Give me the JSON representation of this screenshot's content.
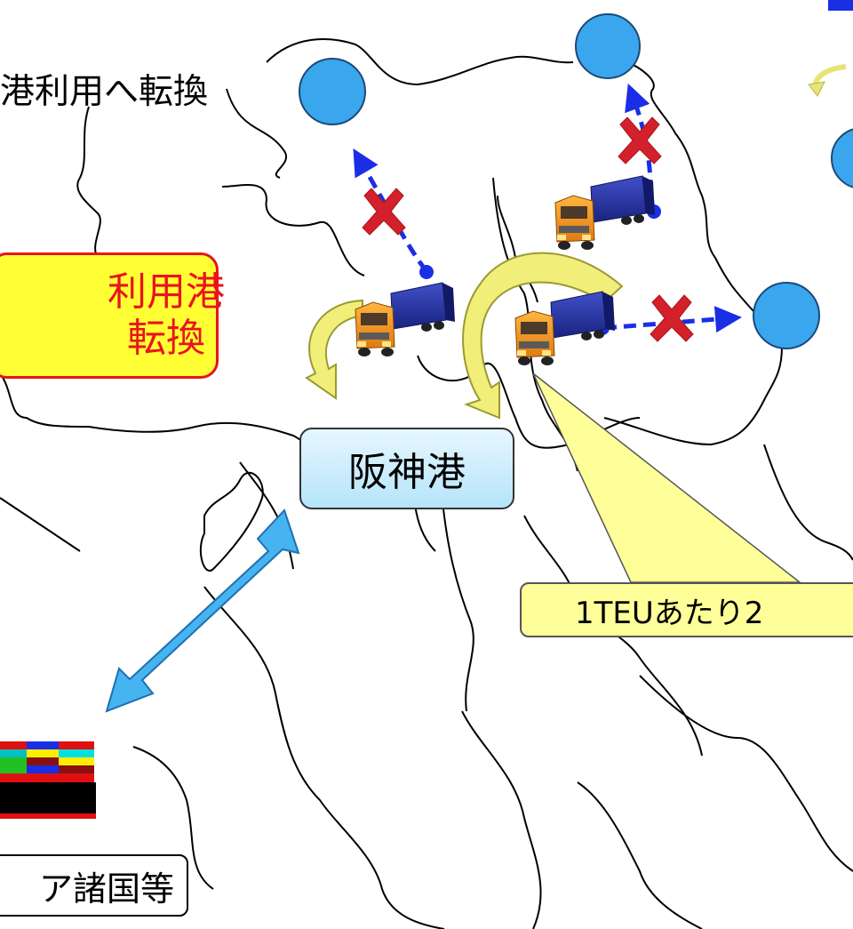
{
  "labels": {
    "heading_fragment": "港利用へ転換",
    "port_switch_line1": "利用港",
    "port_switch_line2": "転換",
    "hanshin_port": "阪神港",
    "callout_teu": "1TEUあたり2",
    "asia_fragment": "ア諸国等"
  },
  "colors": {
    "route_blue": "#1a2ee6",
    "port_circle_fill": "#3aa6ee",
    "cross_red": "#d3202a",
    "switch_box_fill": "#ffff33",
    "switch_box_border": "#e8141c",
    "switch_text": "#e8141c",
    "hanshin_fill": "#cdeefc",
    "callout_fill": "#ffff99",
    "sea_arrow": "#45b4f0",
    "curve_arrow": "#f2ee7a"
  },
  "icons": [
    "truck-icon",
    "cross-icon",
    "port-circle-icon",
    "double-arrow-icon",
    "ship-icon"
  ]
}
